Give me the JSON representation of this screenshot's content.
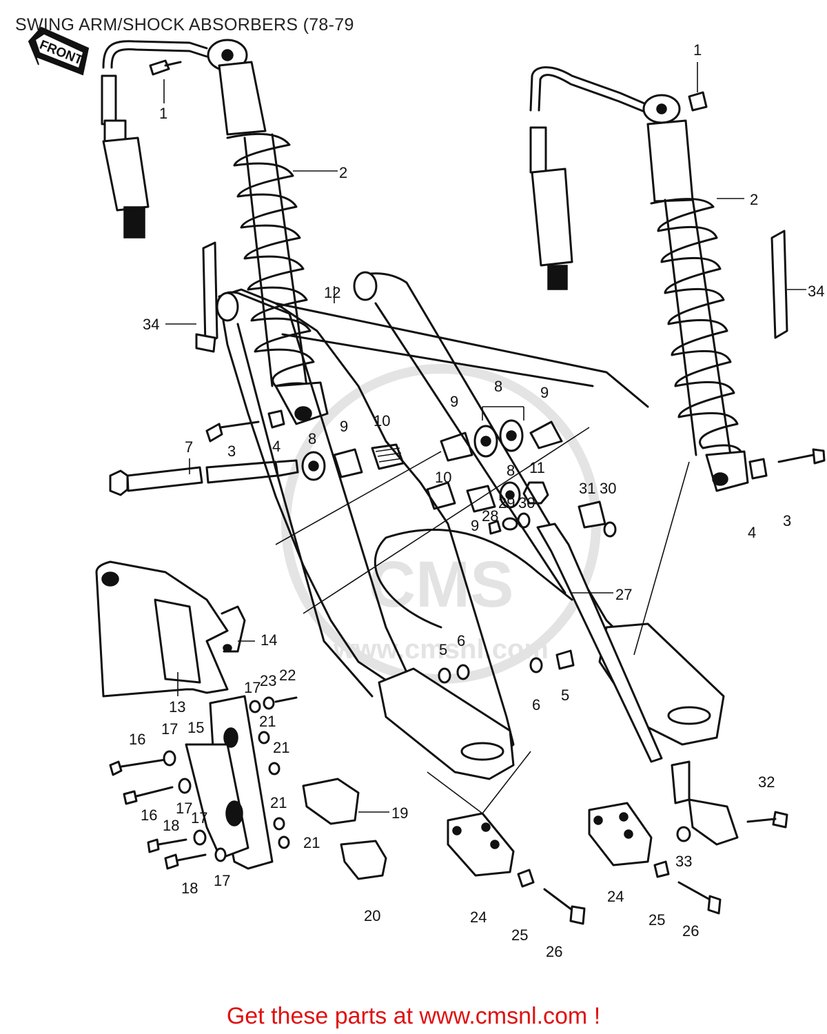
{
  "title": "SWING ARM/SHOCK ABSORBERS (78-79",
  "front_label": "FRONT",
  "watermark": {
    "line1": "CMS",
    "line2": "www.cmsnl.com"
  },
  "footer": "Get these parts at www.cmsnl.com !",
  "callouts": [
    {
      "id": "c1a",
      "num": "1"
    },
    {
      "id": "c1b",
      "num": "1"
    },
    {
      "id": "c2a",
      "num": "2"
    },
    {
      "id": "c2b",
      "num": "2"
    },
    {
      "id": "c3a",
      "num": "3"
    },
    {
      "id": "c3b",
      "num": "3"
    },
    {
      "id": "c4a",
      "num": "4"
    },
    {
      "id": "c4b",
      "num": "4"
    },
    {
      "id": "c5a",
      "num": "5"
    },
    {
      "id": "c5b",
      "num": "5"
    },
    {
      "id": "c6a",
      "num": "6"
    },
    {
      "id": "c6b",
      "num": "6"
    },
    {
      "id": "c7",
      "num": "7"
    },
    {
      "id": "c8a",
      "num": "8"
    },
    {
      "id": "c8b",
      "num": "8"
    },
    {
      "id": "c8c",
      "num": "8"
    },
    {
      "id": "c9a",
      "num": "9"
    },
    {
      "id": "c9b",
      "num": "9"
    },
    {
      "id": "c9c",
      "num": "9"
    },
    {
      "id": "c9d",
      "num": "9"
    },
    {
      "id": "c10a",
      "num": "10"
    },
    {
      "id": "c10b",
      "num": "10"
    },
    {
      "id": "c11",
      "num": "11"
    },
    {
      "id": "c12",
      "num": "12"
    },
    {
      "id": "c13",
      "num": "13"
    },
    {
      "id": "c14",
      "num": "14"
    },
    {
      "id": "c15",
      "num": "15"
    },
    {
      "id": "c16a",
      "num": "16"
    },
    {
      "id": "c16b",
      "num": "16"
    },
    {
      "id": "c17a",
      "num": "17"
    },
    {
      "id": "c17b",
      "num": "17"
    },
    {
      "id": "c17c",
      "num": "17"
    },
    {
      "id": "c17d",
      "num": "17"
    },
    {
      "id": "c17e",
      "num": "17"
    },
    {
      "id": "c18a",
      "num": "18"
    },
    {
      "id": "c18b",
      "num": "18"
    },
    {
      "id": "c19",
      "num": "19"
    },
    {
      "id": "c20",
      "num": "20"
    },
    {
      "id": "c21a",
      "num": "21"
    },
    {
      "id": "c21b",
      "num": "21"
    },
    {
      "id": "c21c",
      "num": "21"
    },
    {
      "id": "c21d",
      "num": "21"
    },
    {
      "id": "c22",
      "num": "22"
    },
    {
      "id": "c23",
      "num": "23"
    },
    {
      "id": "c24a",
      "num": "24"
    },
    {
      "id": "c24b",
      "num": "24"
    },
    {
      "id": "c25a",
      "num": "25"
    },
    {
      "id": "c25b",
      "num": "25"
    },
    {
      "id": "c26a",
      "num": "26"
    },
    {
      "id": "c26b",
      "num": "26"
    },
    {
      "id": "c27",
      "num": "27"
    },
    {
      "id": "c28",
      "num": "28"
    },
    {
      "id": "c29",
      "num": "29"
    },
    {
      "id": "c30a",
      "num": "30"
    },
    {
      "id": "c30b",
      "num": "30"
    },
    {
      "id": "c31",
      "num": "31"
    },
    {
      "id": "c32",
      "num": "32"
    },
    {
      "id": "c33",
      "num": "33"
    },
    {
      "id": "c34a",
      "num": "34"
    },
    {
      "id": "c34b",
      "num": "34"
    }
  ]
}
